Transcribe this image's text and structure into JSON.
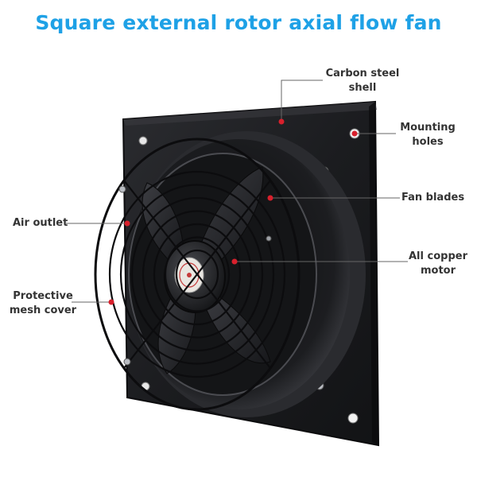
{
  "title": "Square external rotor axial flow fan",
  "colors": {
    "title": "#1ea1e6",
    "marker": "#d8202c",
    "fan_body": "#1e1f22",
    "label": "#333333"
  },
  "labels": {
    "carbon_steel_shell": [
      "Carbon steel",
      "shell"
    ],
    "mounting_holes": [
      "Mounting",
      "holes"
    ],
    "fan_blades": [
      "Fan blades"
    ],
    "air_outlet": [
      "Air outlet"
    ],
    "all_copper_motor": [
      "All copper",
      "motor"
    ],
    "protective_mesh_cover": [
      "Protective",
      "mesh cover"
    ]
  }
}
